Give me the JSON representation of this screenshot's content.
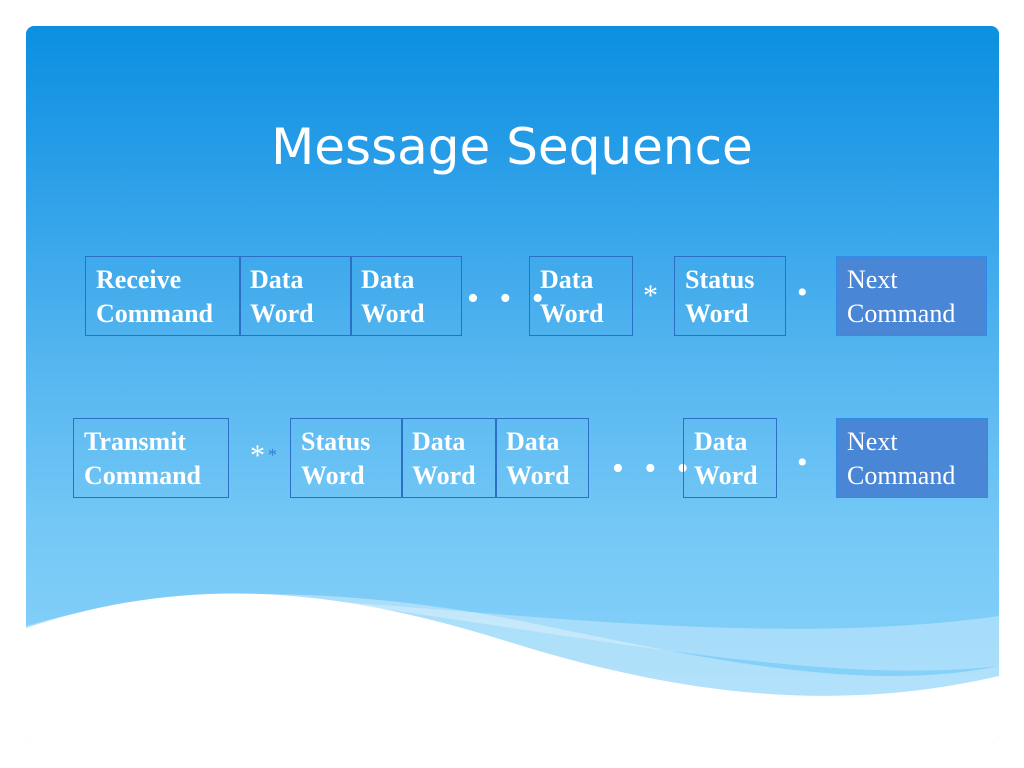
{
  "title": "Message Sequence",
  "receive_row": {
    "receive_command": "Receive Command",
    "data_word_1": "Data Word",
    "data_word_2": "Data Word",
    "ellipsis": "• • •",
    "data_word_n": "Data Word",
    "gap_marker": "*",
    "status_word": "Status Word",
    "end_marker": "•",
    "next_command": "Next Command"
  },
  "transmit_row": {
    "transmit_command": "Transmit Command",
    "gap_marker": "*",
    "gap_marker_small": "*",
    "status_word": "Status Word",
    "data_word_1": "Data Word",
    "data_word_2": "Data Word",
    "ellipsis": "• • •",
    "data_word_n": "Data Word",
    "end_marker": "•",
    "next_command": "Next Command"
  },
  "colors": {
    "box_border": "#2c6fc4",
    "next_fill": "#4a86d6",
    "text": "#ffffff"
  }
}
